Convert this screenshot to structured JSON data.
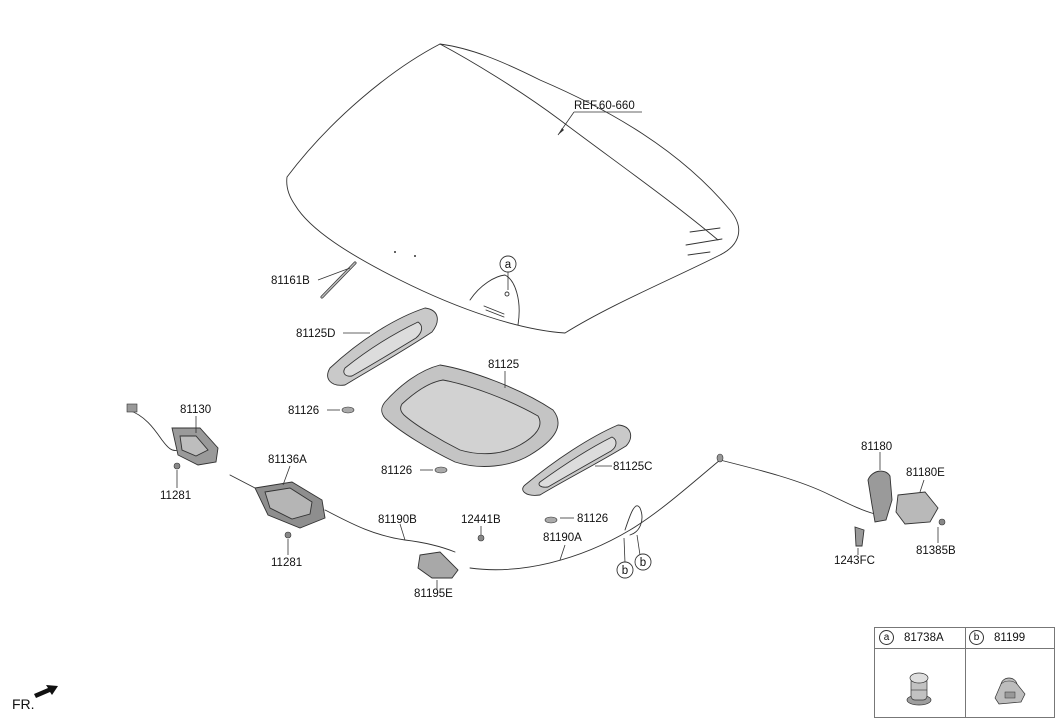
{
  "labels": {
    "ref": "REF.60-660",
    "p81161B": "81161B",
    "p81125D": "81125D",
    "p81125": "81125",
    "p81126_a": "81126",
    "p81126_b": "81126",
    "p81126_c": "81126",
    "p81125C": "81125C",
    "p81130": "81130",
    "p11281_a": "11281",
    "p81136A": "81136A",
    "p11281_b": "11281",
    "p81190B": "81190B",
    "p12441B": "12441B",
    "p81190A": "81190A",
    "p81195E": "81195E",
    "p81180": "81180",
    "p81180E": "81180E",
    "p1243FC": "1243FC",
    "p81385B": "81385B",
    "callout_a": "a",
    "callout_b1": "b",
    "callout_b2": "b"
  },
  "legend": {
    "a_letter": "a",
    "a_part": "81738A",
    "b_letter": "b",
    "b_part": "81199"
  },
  "footer": {
    "direction": "FR."
  }
}
